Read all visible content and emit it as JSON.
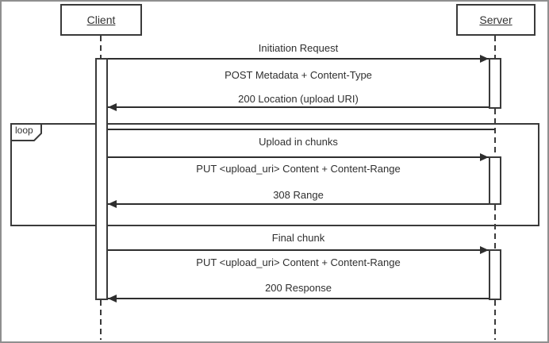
{
  "diagram": {
    "type": "sequence",
    "actors": [
      {
        "name": "Client"
      },
      {
        "name": "Server"
      }
    ],
    "loop_fragment": {
      "label": "loop"
    },
    "exchanges": [
      {
        "title": "Initiation Request",
        "request": "POST Metadata + Content-Type",
        "response": "200 Location (upload URI)"
      },
      {
        "title": "Upload in chunks",
        "request": "PUT <upload_uri> Content + Content-Range",
        "response": "308 Range",
        "inside_loop": true
      },
      {
        "title": "Final chunk",
        "request": "PUT <upload_uri> Content + Content-Range",
        "response": "200 Response"
      }
    ],
    "colors": {
      "line": "#2e2e2e",
      "box_border": "#3a3a3a",
      "background": "#ffffff",
      "frame": "#8f8f8f"
    }
  }
}
